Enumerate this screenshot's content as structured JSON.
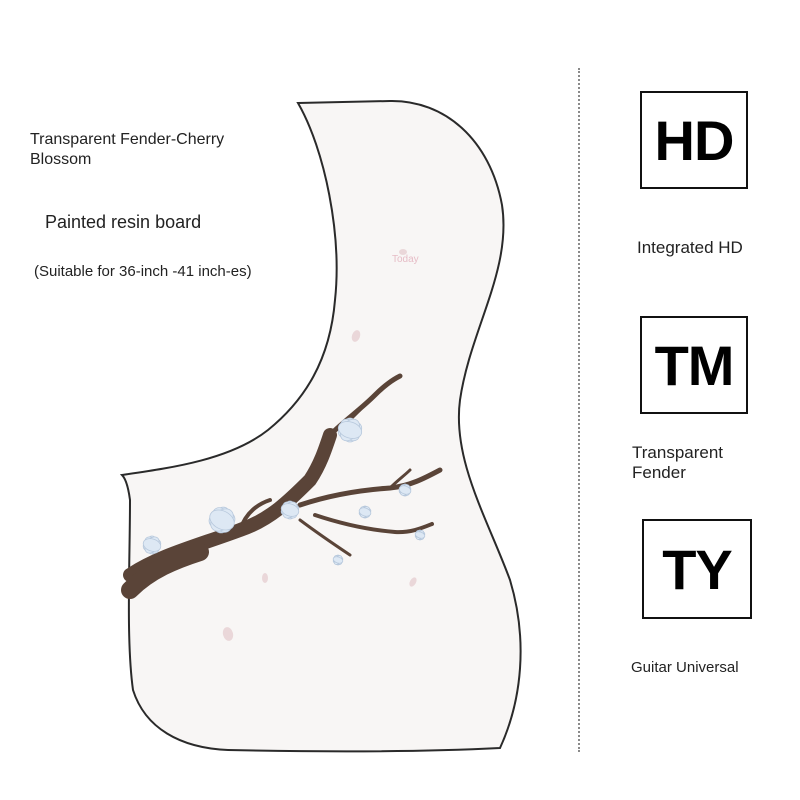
{
  "product": {
    "title": "Transparent Fender-Cherry Blossom",
    "subtitle": "Painted resin board",
    "suitable": "(Suitable for 36-inch -41 inch-es)",
    "watermark": "Today"
  },
  "features": [
    {
      "badge": "HD",
      "caption": "Integrated HD"
    },
    {
      "badge": "TM",
      "caption": "Transparent Fender"
    },
    {
      "badge": "TY",
      "caption": "Guitar Universal"
    }
  ],
  "colors": {
    "guard_fill": "#f8f6f5",
    "guard_outline": "#2a2a2a",
    "branch": "#5a4438",
    "blossom": "#dde8f4"
  }
}
